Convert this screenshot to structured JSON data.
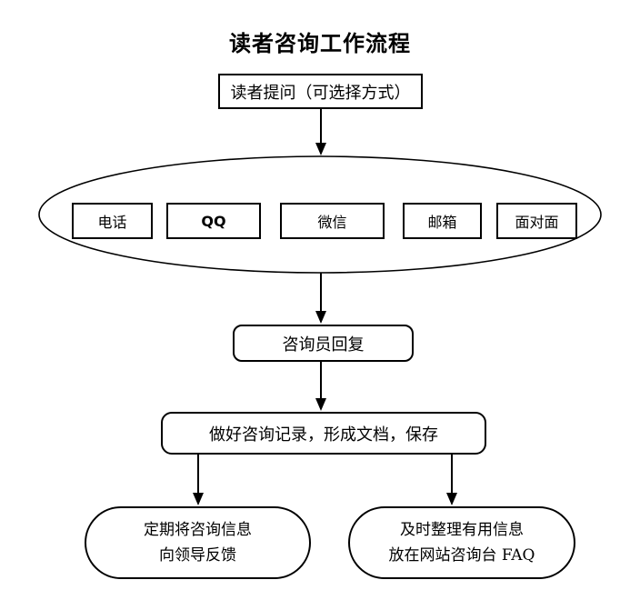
{
  "title": "读者咨询工作流程",
  "flow": {
    "step1": "读者提问（可选择方式）",
    "channels": [
      {
        "label": "电话"
      },
      {
        "label": "QQ"
      },
      {
        "label": "微信"
      },
      {
        "label": "邮箱"
      },
      {
        "label": "面对面"
      }
    ],
    "step2": "咨询员回复",
    "step3": "做好咨询记录，形成文档，保存",
    "branch_left": {
      "line1": "定期将咨询信息",
      "line2": "向领导反馈"
    },
    "branch_right": {
      "line1": "及时整理有用信息",
      "line2": "放在网站咨询台 FAQ"
    }
  },
  "colors": {
    "stroke": "#000000",
    "background": "#ffffff"
  }
}
